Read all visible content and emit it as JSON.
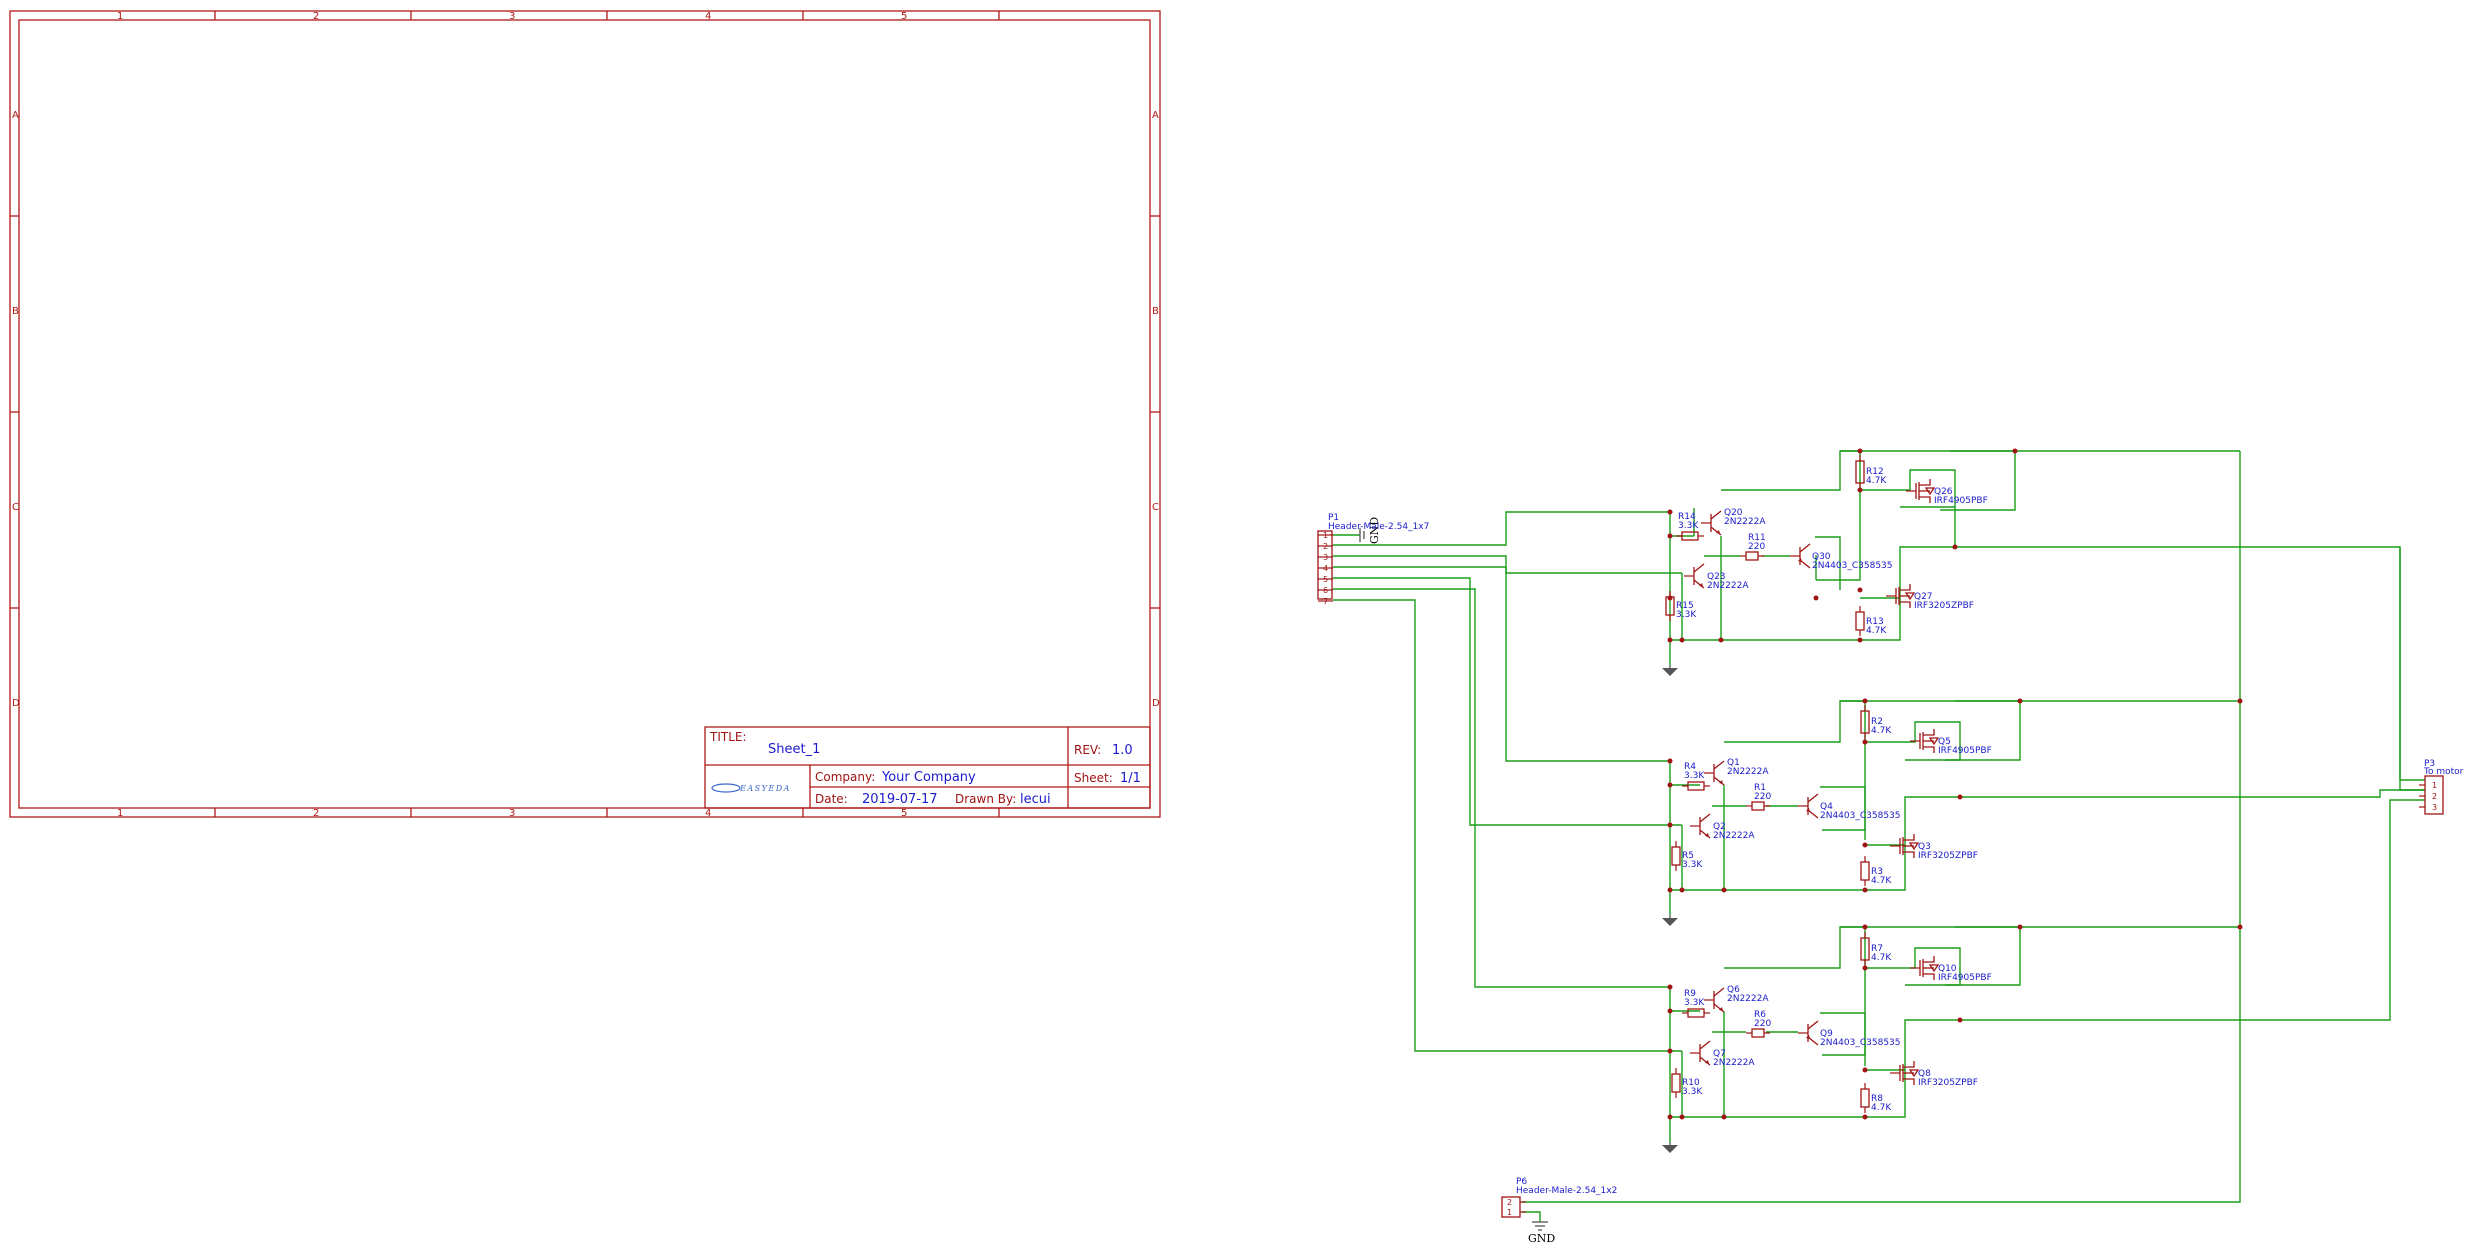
{
  "sheet": {
    "columns": [
      "1",
      "2",
      "3",
      "4",
      "5"
    ],
    "rows": [
      "A",
      "B",
      "C",
      "D"
    ]
  },
  "title_block": {
    "title_label": "TITLE:",
    "title": "Sheet_1",
    "rev_label": "REV:",
    "rev": "1.0",
    "company_label": "Company:",
    "company": "Your Company",
    "sheet_label": "Sheet:",
    "sheet": "1/1",
    "date_label": "Date:",
    "date": "2019-07-17",
    "drawn_label": "Drawn By:",
    "drawn_by": "lecui",
    "logo_text": "EASYEDA"
  },
  "connectors": {
    "p1": {
      "ref": "P1",
      "value": "Header-Male-2.54_1x7",
      "pins": [
        "1",
        "2",
        "3",
        "4",
        "5",
        "6",
        "7"
      ],
      "net": "GND"
    },
    "p3": {
      "ref": "P3",
      "value": "To motor",
      "pins": [
        "1",
        "2",
        "3"
      ]
    },
    "p6": {
      "ref": "P6",
      "value": "Header-Male-2.54_1x2",
      "pins": [
        "2",
        "1"
      ],
      "net": "GND"
    }
  },
  "stages": [
    {
      "r_top": {
        "ref": "R12",
        "value": "4.7K"
      },
      "pmos": {
        "ref": "Q26",
        "value": "IRF4905PBF"
      },
      "npn_hi": {
        "ref": "Q20",
        "value": "2N2222A"
      },
      "r_hi": {
        "ref": "R14",
        "value": "3.3K"
      },
      "r_mid": {
        "ref": "R11",
        "value": "220"
      },
      "pnp": {
        "ref": "Q30",
        "value": "2N4403_C358535"
      },
      "npn_lo": {
        "ref": "Q23",
        "value": "2N2222A"
      },
      "nmos": {
        "ref": "Q27",
        "value": "IRF3205ZPBF"
      },
      "r_lo": {
        "ref": "R15",
        "value": "3.3K"
      },
      "r_bot": {
        "ref": "R13",
        "value": "4.7K"
      }
    },
    {
      "r_top": {
        "ref": "R2",
        "value": "4.7K"
      },
      "pmos": {
        "ref": "Q5",
        "value": "IRF4905PBF"
      },
      "npn_hi": {
        "ref": "Q1",
        "value": "2N2222A"
      },
      "r_hi": {
        "ref": "R4",
        "value": "3.3K"
      },
      "r_mid": {
        "ref": "R1",
        "value": "220"
      },
      "pnp": {
        "ref": "Q4",
        "value": "2N4403_C358535"
      },
      "npn_lo": {
        "ref": "Q2",
        "value": "2N2222A"
      },
      "nmos": {
        "ref": "Q3",
        "value": "IRF3205ZPBF"
      },
      "r_lo": {
        "ref": "R5",
        "value": "3.3K"
      },
      "r_bot": {
        "ref": "R3",
        "value": "4.7K"
      }
    },
    {
      "r_top": {
        "ref": "R7",
        "value": "4.7K"
      },
      "pmos": {
        "ref": "Q10",
        "value": "IRF4905PBF"
      },
      "npn_hi": {
        "ref": "Q6",
        "value": "2N2222A"
      },
      "r_hi": {
        "ref": "R9",
        "value": "3.3K"
      },
      "r_mid": {
        "ref": "R6",
        "value": "220"
      },
      "pnp": {
        "ref": "Q9",
        "value": "2N4403_C358535"
      },
      "npn_lo": {
        "ref": "Q7",
        "value": "2N2222A"
      },
      "nmos": {
        "ref": "Q8",
        "value": "IRF3205ZPBF"
      },
      "r_lo": {
        "ref": "R10",
        "value": "3.3K"
      },
      "r_bot": {
        "ref": "R8",
        "value": "4.7K"
      }
    }
  ],
  "colors": {
    "frame": "#b01818",
    "wire": "#1a9e1a",
    "part": "#a01414",
    "text": "#1a1acc"
  }
}
